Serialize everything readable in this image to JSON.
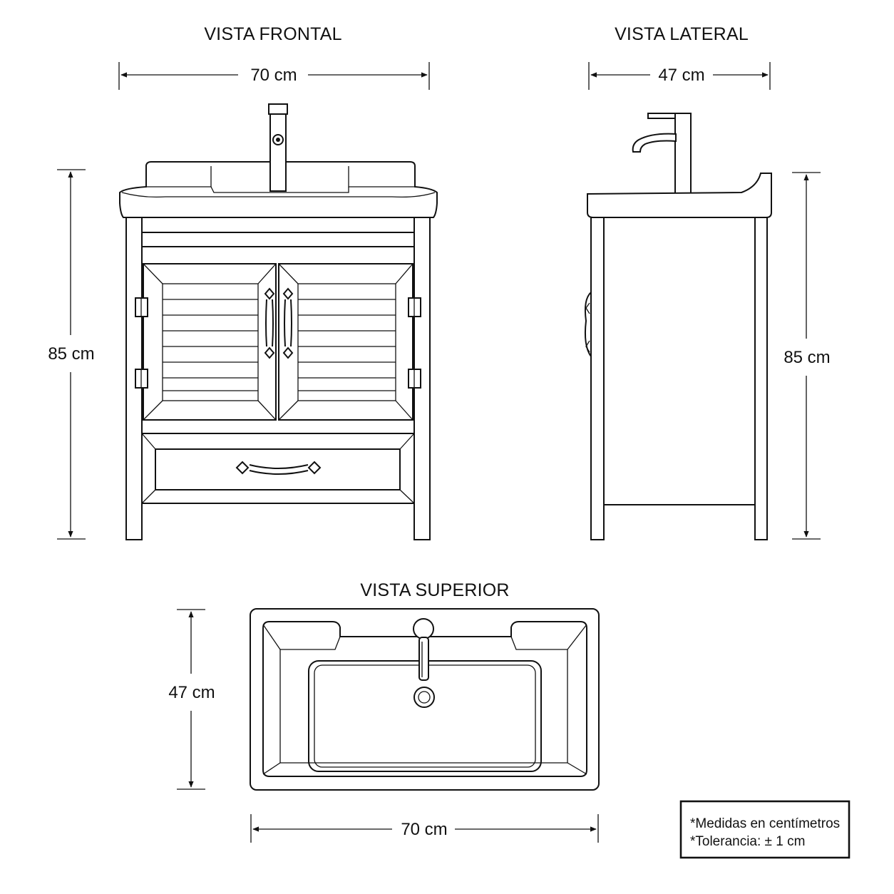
{
  "views": {
    "front": {
      "title": "VISTA FRONTAL",
      "width_label": "70 cm",
      "height_label": "85 cm"
    },
    "side": {
      "title": "VISTA LATERAL",
      "depth_label": "47 cm",
      "height_label": "85 cm"
    },
    "top": {
      "title": "VISTA SUPERIOR",
      "depth_label": "47 cm",
      "width_label": "70 cm"
    }
  },
  "notes": {
    "line1": "*Medidas en centímetros",
    "line2": "*Tolerancia:  ± 1 cm"
  }
}
